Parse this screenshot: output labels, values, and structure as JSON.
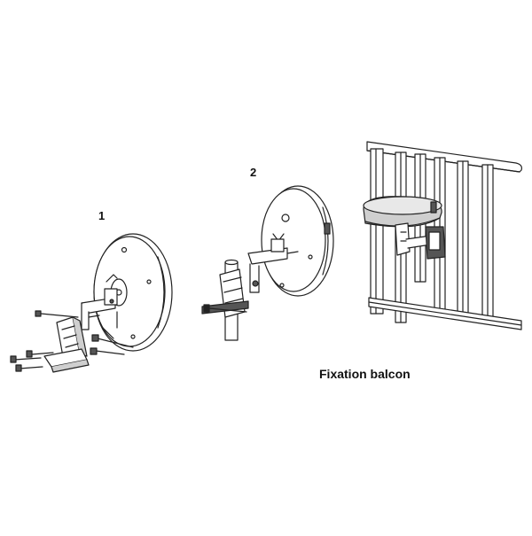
{
  "steps": [
    {
      "label": "1"
    },
    {
      "label": "2"
    }
  ],
  "caption": "Fixation balcon",
  "colors": {
    "stroke": "#222222",
    "light": "#ffffff",
    "shade": "#cfcfcf",
    "dark": "#555555"
  }
}
